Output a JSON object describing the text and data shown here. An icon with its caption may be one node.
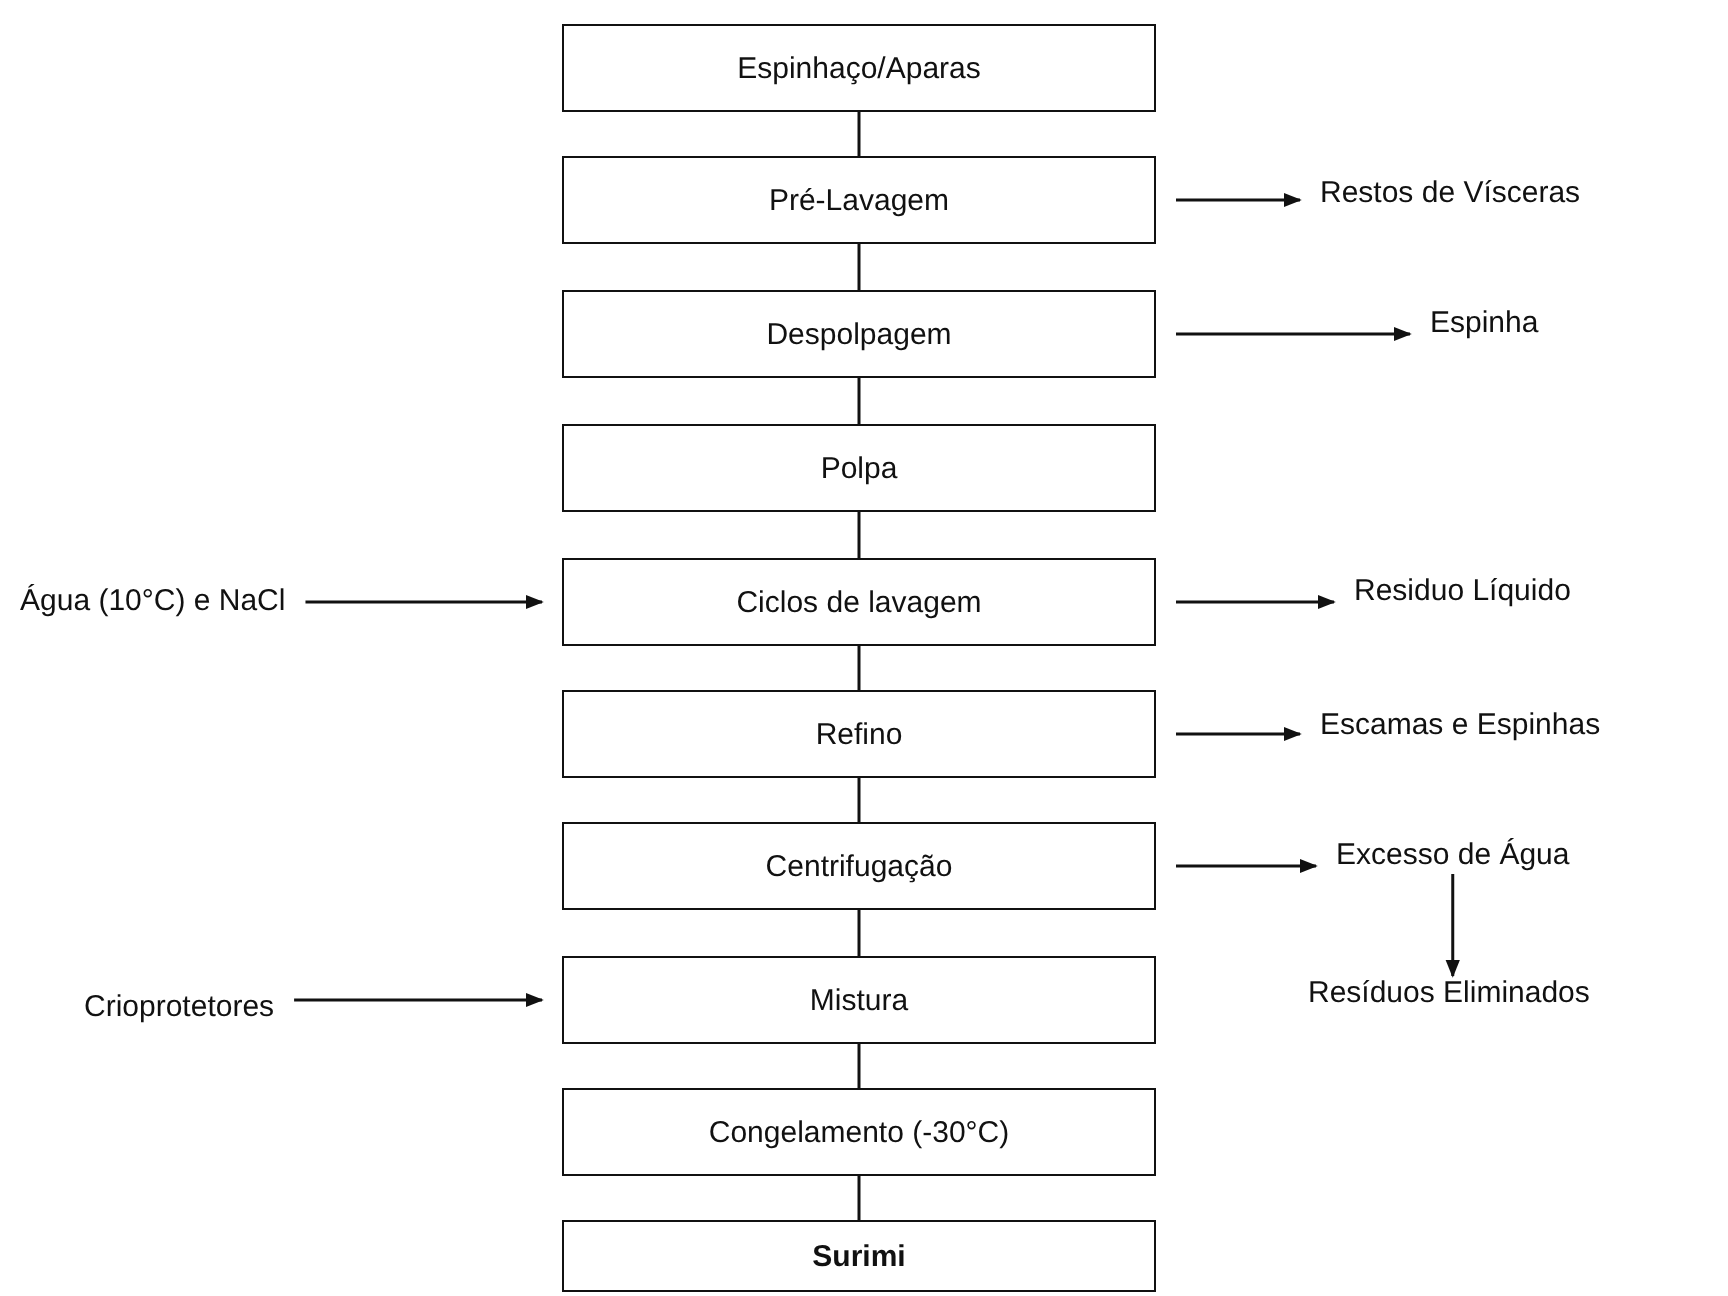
{
  "diagram": {
    "nodes": [
      {
        "text": [
          "Espinhaço/Aparas"
        ]
      },
      {
        "text": [
          "Pré-Lavagem"
        ]
      },
      {
        "text": [
          "Restos de Vísceras"
        ]
      },
      {
        "text": [
          "Despolpagem"
        ]
      },
      {
        "text": [
          "Espinha"
        ]
      },
      {
        "text": [
          "Polpa"
        ]
      },
      {
        "text": [
          "Água (10°C) e NaCl"
        ]
      },
      {
        "text": [
          "Ciclos de lavagem"
        ]
      },
      {
        "text": [
          "Residuo Líquido"
        ]
      },
      {
        "text": [
          "Refino"
        ]
      },
      {
        "text": [
          "Escamas e Espinhas"
        ]
      },
      {
        "text": [
          "Centrifugação"
        ]
      },
      {
        "text": [
          "Excesso de Água"
        ]
      },
      {
        "text": [
          "Crioprotetores"
        ]
      },
      {
        "text": [
          "Mistura"
        ]
      },
      {
        "text": [
          "Resíduos Eliminados"
        ]
      },
      {
        "text": [
          "Congelamento (-30°C)"
        ]
      },
      {
        "text": [
          "Surimi"
        ]
      }
    ],
    "edges": [
      {
        "from": 0,
        "to": 1,
        "arrow": "none"
      },
      {
        "from": 1,
        "to": 3,
        "arrow": "none"
      },
      {
        "from": 3,
        "to": 5,
        "arrow": "none"
      },
      {
        "from": 5,
        "to": 7,
        "arrow": "none"
      },
      {
        "from": 7,
        "to": 9,
        "arrow": "none"
      },
      {
        "from": 9,
        "to": 11,
        "arrow": "none"
      },
      {
        "from": 11,
        "to": 14,
        "arrow": "none"
      },
      {
        "from": 14,
        "to": 16,
        "arrow": "none"
      },
      {
        "from": 16,
        "to": 17,
        "arrow": "none"
      },
      {
        "from": 1,
        "to": 2,
        "arrow": "to"
      },
      {
        "from": 3,
        "to": 4,
        "arrow": "to"
      },
      {
        "from": 6,
        "to": 7,
        "arrow": "to"
      },
      {
        "from": 7,
        "to": 8,
        "arrow": "to"
      },
      {
        "from": 9,
        "to": 10,
        "arrow": "to"
      },
      {
        "from": 11,
        "to": 12,
        "arrow": "to"
      },
      {
        "from": 12,
        "to": 15,
        "arrow": "to"
      },
      {
        "from": 13,
        "to": 14,
        "arrow": "to"
      }
    ]
  }
}
